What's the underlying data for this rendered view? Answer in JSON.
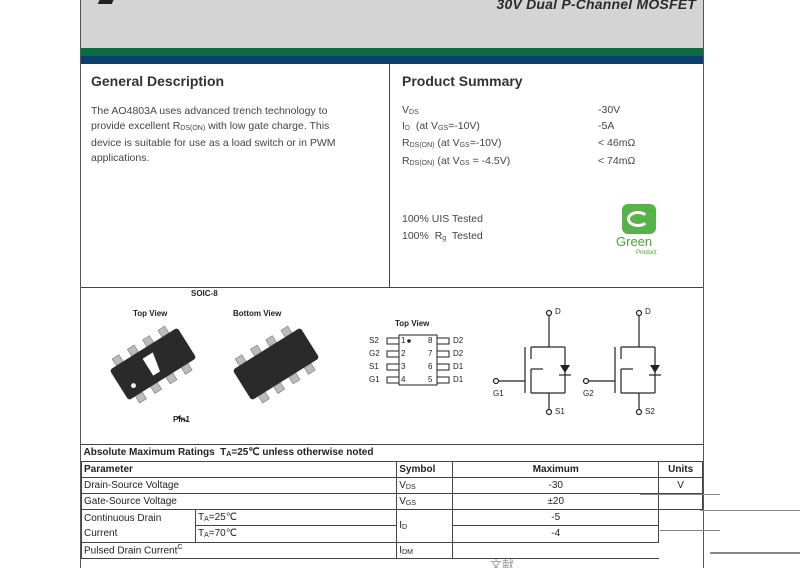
{
  "header": {
    "title": "30V Dual P-Channel MOSFET"
  },
  "description": {
    "title": "General Description",
    "line1": "The AO4803A uses advanced trench technology to",
    "line2_pre": "provide excellent R",
    "line2_sub": "DS(ON)",
    "line2_post": " with low gate charge. This",
    "line3": "device is suitable for use as a load switch or in PWM",
    "line4": "applications."
  },
  "summary": {
    "title": "Product Summary",
    "rows": [
      {
        "label": "V",
        "sub": "DS",
        "extra": "",
        "extra_sub": "",
        "extra_post": "",
        "value": "-30V"
      },
      {
        "label": "I",
        "sub": "D",
        "extra": "  (at V",
        "extra_sub": "GS",
        "extra_post": "=-10V)",
        "value": "-5A"
      },
      {
        "label": "R",
        "sub": "DS(ON)",
        "extra": " (at V",
        "extra_sub": "GS",
        "extra_post": "=-10V)",
        "value": "< 46mΩ"
      },
      {
        "label": "R",
        "sub": "DS(ON)",
        "extra": " (at V",
        "extra_sub": "GS",
        "extra_post": " = -4.5V)",
        "value": "< 74mΩ"
      }
    ],
    "tested1": "100% UIS Tested",
    "tested2_pre": "100%  R",
    "tested2_sub": "g",
    "tested2_post": "  Tested",
    "green_logo_text": "Green",
    "green_logo_sub": "Product"
  },
  "package": {
    "name": "SOIC-8",
    "top_view": "Top View",
    "bottom_view": "Bottom View",
    "pin1": "Pin1",
    "pinout_title": "Top View",
    "left_pins": [
      "S2",
      "G2",
      "S1",
      "G1"
    ],
    "left_nums": [
      "1",
      "2",
      "3",
      "4"
    ],
    "right_nums": [
      "8",
      "7",
      "6",
      "5"
    ],
    "right_pins": [
      "D2",
      "D2",
      "D1",
      "D1"
    ],
    "sym1": {
      "d": "D",
      "g": "G1",
      "s": "S1"
    },
    "sym2": {
      "d": "D",
      "g": "G2",
      "s": "S2"
    }
  },
  "ratings": {
    "title_pre": "Absolute Maximum Ratings  T",
    "title_sub": "A",
    "title_post": "=25℃ unless otherwise noted",
    "col_param": "Parameter",
    "col_symbol": "Symbol",
    "col_max": "Maximum",
    "col_units": "Units",
    "rows": {
      "vds": {
        "param": "Drain-Source Voltage",
        "sym": "V",
        "sym_sub": "DS",
        "max": "-30",
        "unit": "V"
      },
      "vgs": {
        "param": "Gate-Source Voltage",
        "sym": "V",
        "sym_sub": "GS",
        "max": "±20",
        "unit": ""
      },
      "id": {
        "param1": "Continuous Drain",
        "param2": "Current",
        "cond1_pre": "T",
        "cond1_sub": "A",
        "cond1_post": "=25℃",
        "cond2_pre": "T",
        "cond2_sub": "A",
        "cond2_post": "=70℃",
        "sym": "I",
        "sym_sub": "D",
        "max1": "-5",
        "max2": "-4"
      },
      "idm": {
        "param": "Pulsed Drain Current",
        "note": "C",
        "sym": "I",
        "sym_sub": "DM"
      }
    }
  },
  "watermark": "文献"
}
